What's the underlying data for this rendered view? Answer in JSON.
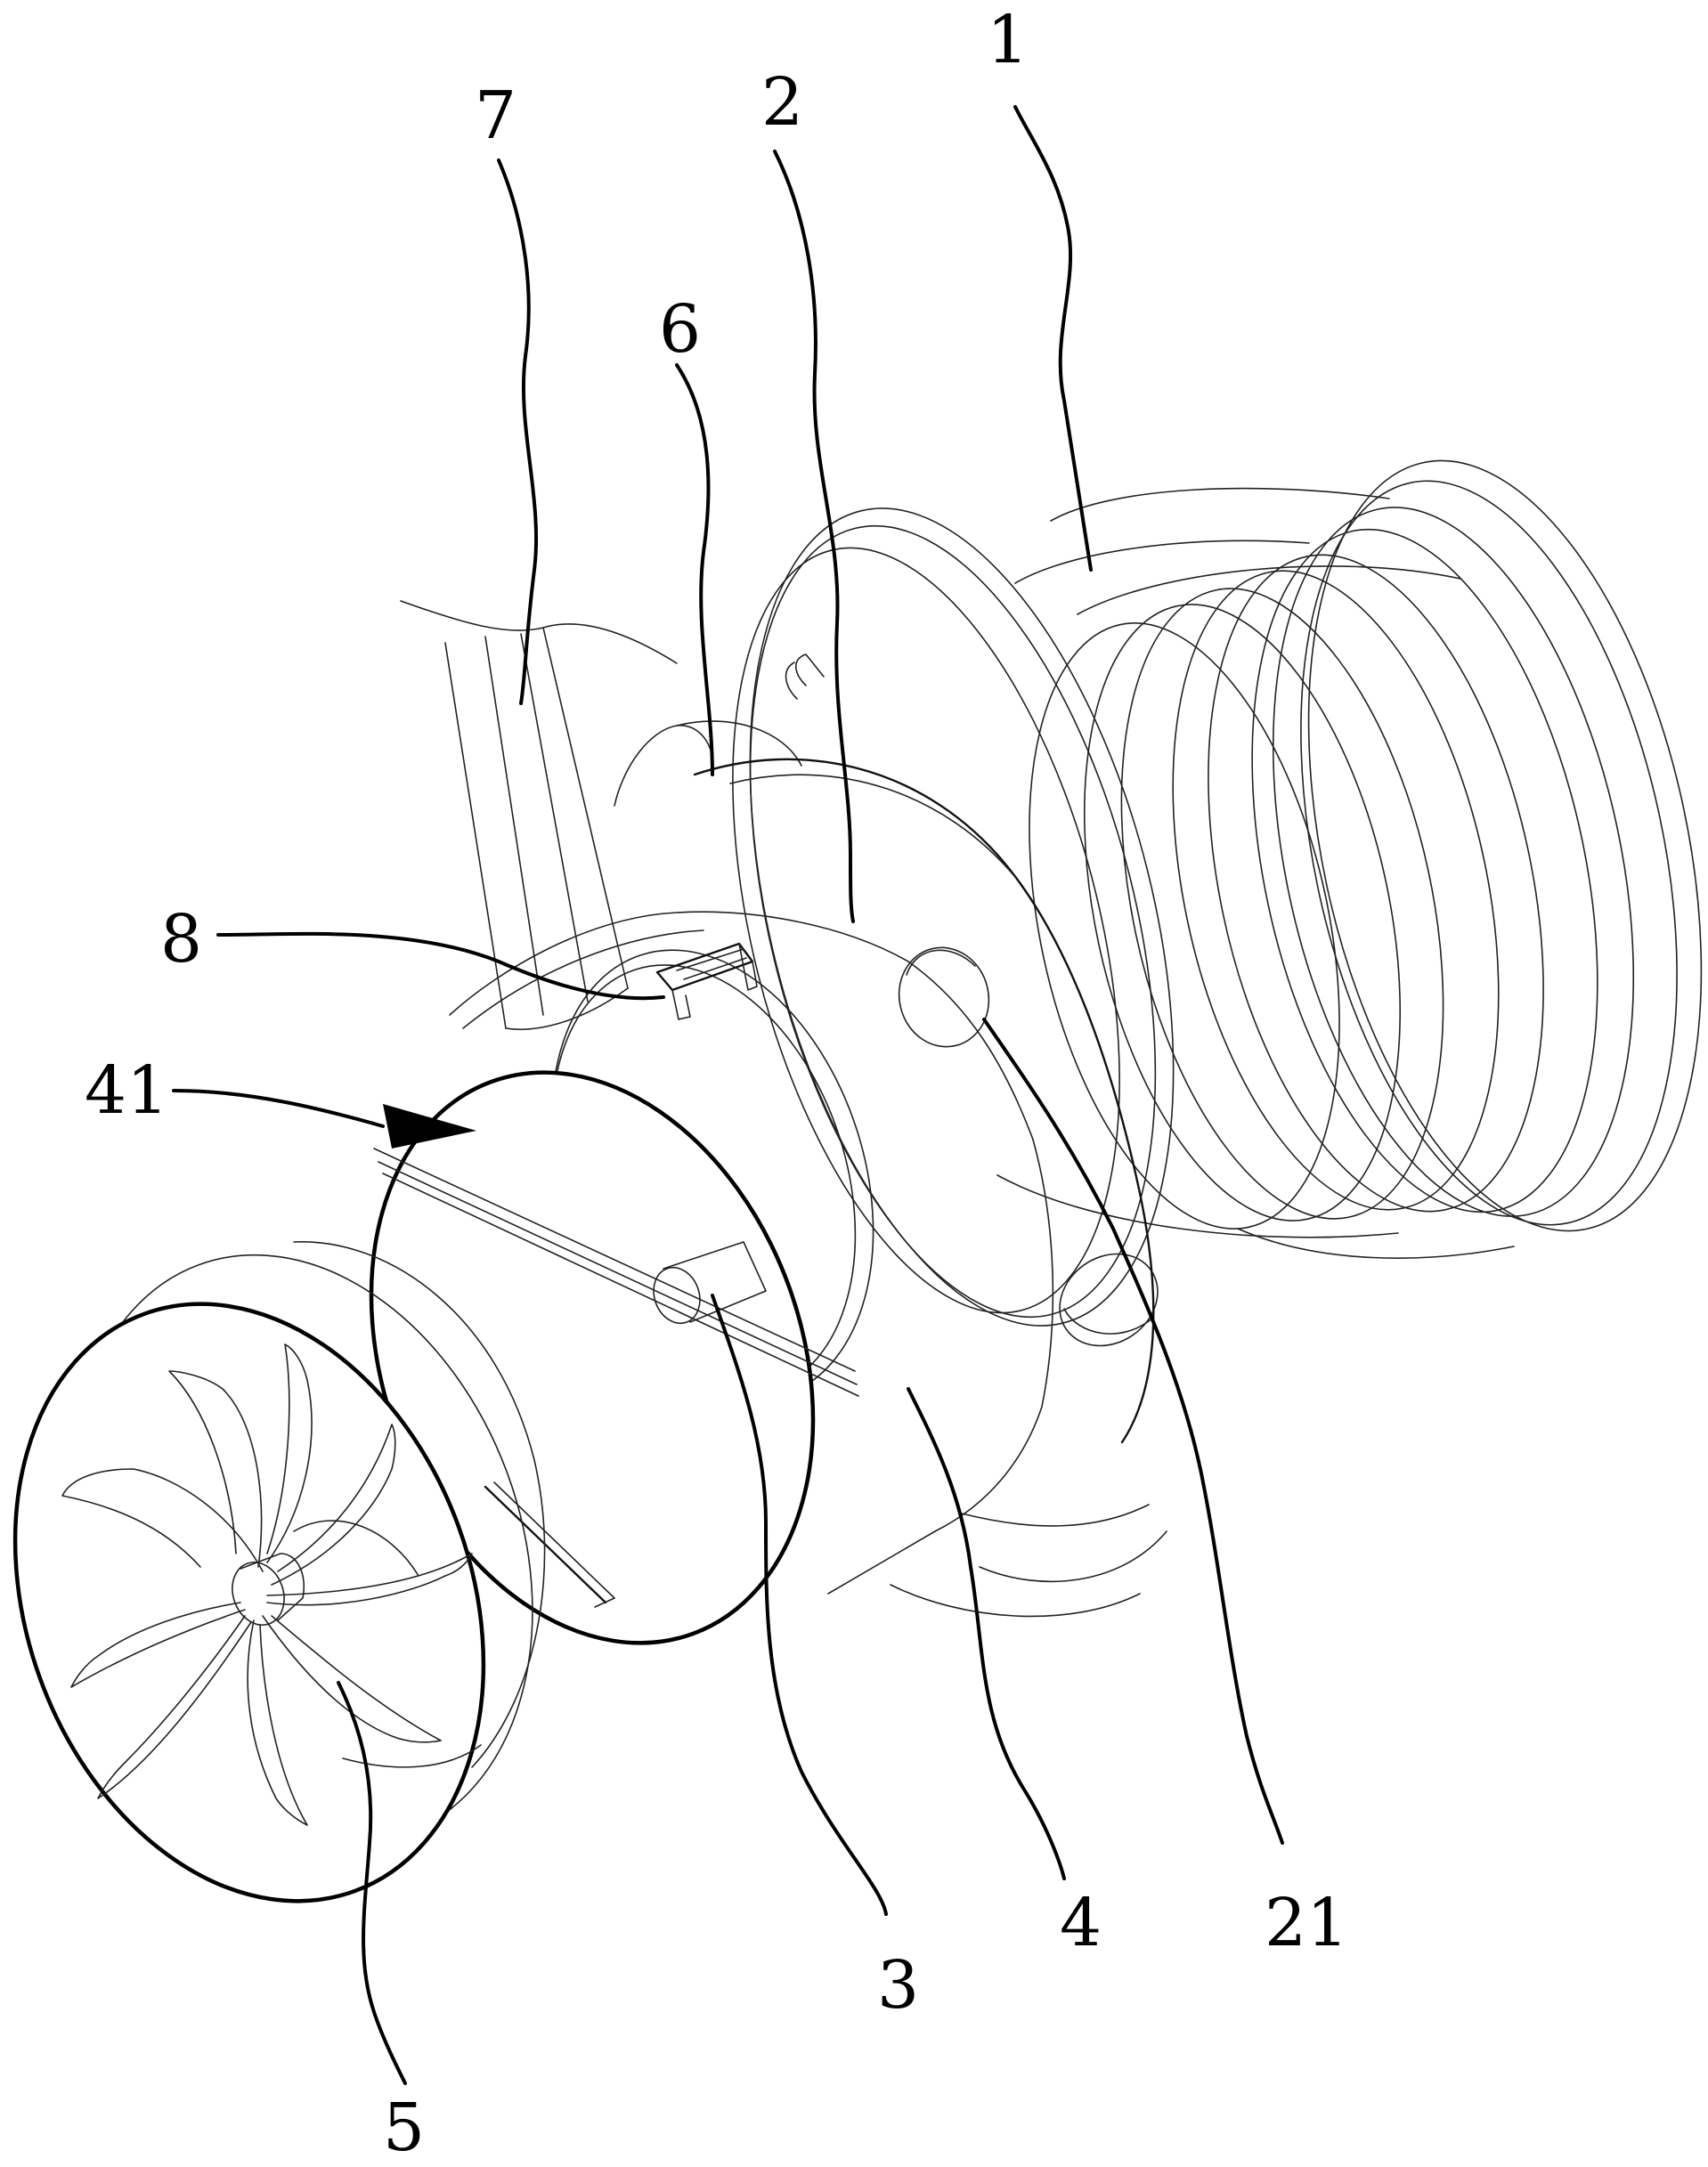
{
  "figure": {
    "labels": {
      "l1": "1",
      "l2": "2",
      "l3": "3",
      "l4": "4",
      "l5": "5",
      "l6": "6",
      "l7": "7",
      "l8": "8",
      "l21": "21",
      "l41": "41"
    }
  }
}
